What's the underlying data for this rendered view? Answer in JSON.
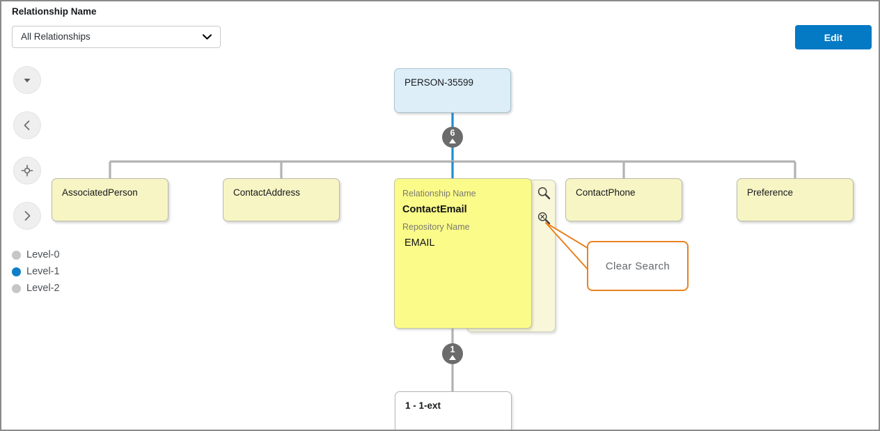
{
  "toolbar": {
    "relationship_label": "Relationship Name",
    "relationship_value": "All Relationships",
    "relationship_options": [
      "All Relationships"
    ],
    "dropdown_icon": "chevron-down-icon",
    "edit_label": "Edit"
  },
  "controls": [
    {
      "name": "collapse",
      "icon": "triangle-down-icon"
    },
    {
      "name": "previous",
      "icon": "chevron-left-icon"
    },
    {
      "name": "center",
      "icon": "crosshair-icon"
    },
    {
      "name": "next",
      "icon": "chevron-right-icon"
    }
  ],
  "legend": {
    "items": [
      {
        "label": "Level-0",
        "color": "#c6c6c6",
        "active": false
      },
      {
        "label": "Level-1",
        "color": "#0d7fc9",
        "active": true
      },
      {
        "label": "Level-2",
        "color": "#c6c6c6",
        "active": false
      }
    ]
  },
  "graph": {
    "root": {
      "title": "PERSON-35599"
    },
    "root_badge": {
      "count": "6",
      "direction": "up"
    },
    "children": [
      {
        "title": "AssociatedPerson"
      },
      {
        "title": "ContactAddress"
      },
      {
        "title": "ContactPhone"
      },
      {
        "title": "Preference"
      }
    ],
    "selected": {
      "relationship_name_label": "Relationship Name",
      "relationship_name_value": "ContactEmail",
      "repository_name_label": "Repository Name",
      "repository_name_value": "EMAIL",
      "search_icon": "search-icon",
      "clear_search_icon": "clear-search-icon"
    },
    "leaf_badge": {
      "count": "1",
      "direction": "up"
    },
    "leaf": {
      "title": "1 - 1-ext"
    }
  },
  "callout": {
    "text": "Clear Search",
    "border_color": "#e8821e"
  },
  "colors": {
    "accent": "#0479c4",
    "level_active": "#0d7fc9",
    "node_selected": "#fbfb89",
    "node_relationship": "#f7f5c4",
    "node_root": "#ddeef8",
    "badge": "#6b6b6b",
    "callout_border": "#e8821e"
  }
}
